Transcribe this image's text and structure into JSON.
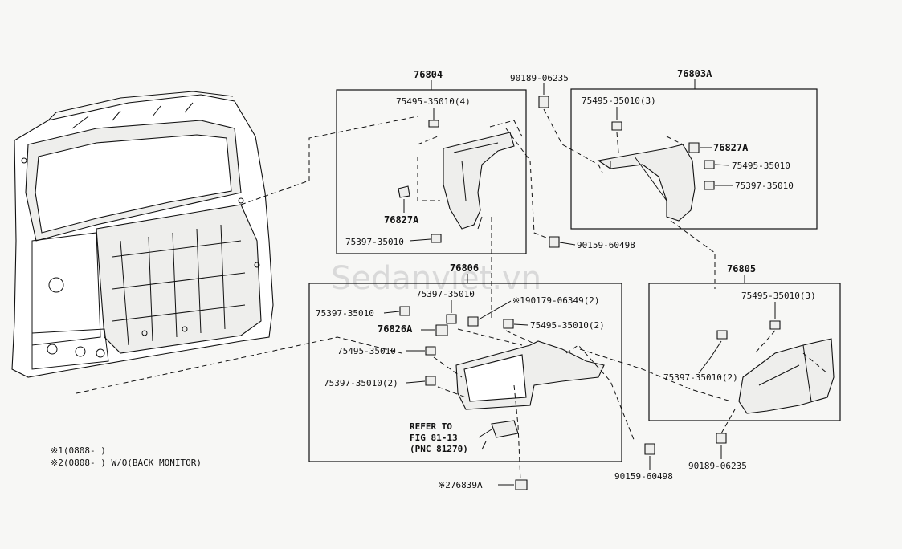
{
  "watermark": "Sedanviet.vn",
  "groups": {
    "g76804": "76804",
    "g76803A": "76803A",
    "g76805": "76805",
    "g76806": "76806"
  },
  "labels": {
    "l_90189_top": "90189-06235",
    "l_75495_4": "75495-35010(4)",
    "l_76827A_left": "76827A",
    "l_75397_left": "75397-35010",
    "l_90159_mid": "90159-60498",
    "l_75495_3_top": "75495-35010(3)",
    "l_76827A_right": "76827A",
    "l_75495_right": "75495-35010",
    "l_75397_right": "75397-35010",
    "l_75495_3_805": "75495-35010(3)",
    "l_75397_2_805": "75397-35010(2)",
    "l_90189_bot": "90189-06235",
    "l_90159_bot": "90159-60498",
    "l_75397_806a": "75397-35010",
    "l_75397_806b": "75397-35010",
    "l_90179": "※190179-06349(2)",
    "l_76826A": "76826A",
    "l_75495_806": "75495-35010(2)",
    "l_75495_806b": "75495-35010",
    "l_75397_806c": "75397-35010(2)",
    "l_76839A": "※276839A"
  },
  "refer": {
    "line1": "REFER TO",
    "line2": "FIG 81-13",
    "line3": "(PNC 81270)"
  },
  "notes": {
    "n1": "※1(0808-     )",
    "n2": "※2(0808-     ) W/O(BACK MONITOR)"
  }
}
